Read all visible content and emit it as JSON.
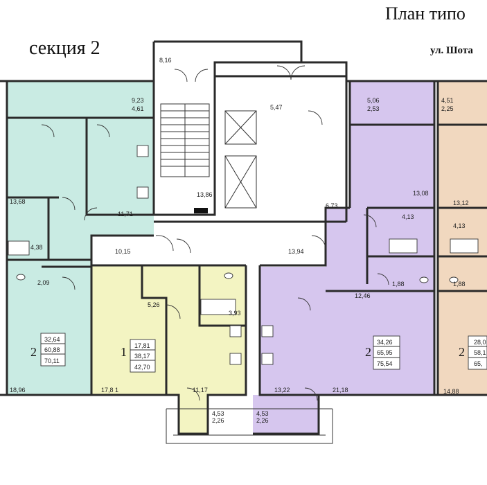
{
  "header": {
    "title": "План типо",
    "section": "секция 2",
    "street": "ул. Шота"
  },
  "colors": {
    "teal": "#c9ebe3",
    "yellow": "#f3f4c2",
    "purple": "#d6c6ee",
    "orange": "#f1d8bf",
    "walls": "#2a2a2a",
    "background": "#ffffff"
  },
  "labels": {
    "l_8_16": "8,16",
    "l_9_23": "9,23",
    "l_4_61": "4,61",
    "l_5_47": "5,47",
    "l_5_06": "5,06",
    "l_2_53": "2,53",
    "l_4_51": "4,51",
    "l_2_25": "2,25",
    "l_13_86": "13,86",
    "l_13_68": "13,68",
    "l_11_71": "11,71",
    "l_13_08": "13,08",
    "l_13_12": "13,12",
    "l_6_73": "6,73",
    "l_4_13a": "4,13",
    "l_4_13b": "4,13",
    "l_4_38": "4,38",
    "l_10_15": "10,15",
    "l_13_94": "13,94",
    "l_2_09": "2,09",
    "l_1_88a": "1,88",
    "l_1_88b": "1,88",
    "l_12_46": "12,46",
    "l_5_26": "5,26",
    "l_3_93": "3,93",
    "l_18_96": "18,96",
    "l_17_81b": "17,8 1",
    "l_11_17": "11,17",
    "l_13_22": "13,22",
    "l_21_18": "21,18",
    "l_14_88": "14,88",
    "l_4_53a": "4,53",
    "l_2_26a": "2,26",
    "l_4_53b": "4,53",
    "l_2_26b": "2,26"
  },
  "apartments": [
    {
      "rooms": "2",
      "living": "32,64",
      "total_excl": "60,88",
      "total": "70,11"
    },
    {
      "rooms": "1",
      "living": "17,81",
      "total_excl": "38,17",
      "total": "42,70"
    },
    {
      "rooms": "2",
      "living": "34,26",
      "total_excl": "65,95",
      "total": "75,54"
    },
    {
      "rooms": "2",
      "living": "28,0",
      "total_excl": "58,1",
      "total": "65,"
    }
  ]
}
